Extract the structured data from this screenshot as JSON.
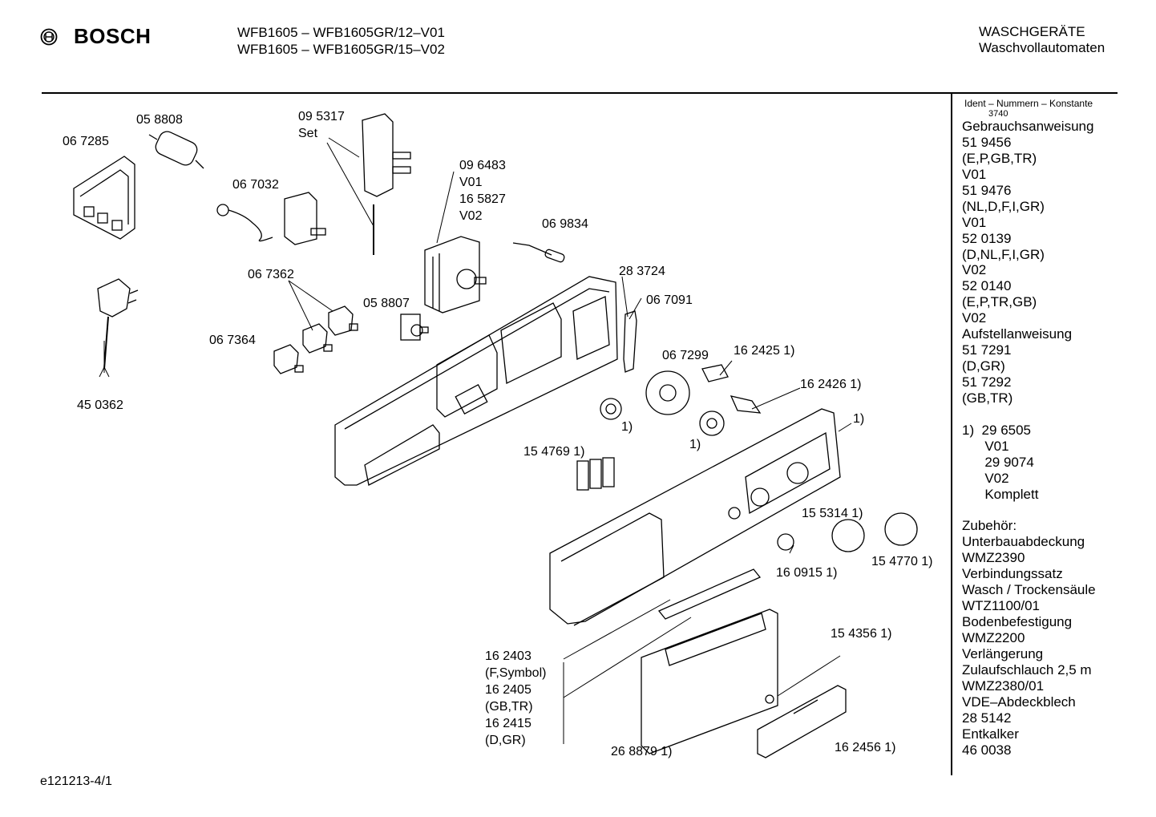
{
  "header": {
    "brand": "BOSCH",
    "models": [
      "WFB1605 – WFB1605GR/12–V01",
      "WFB1605 – WFB1605GR/15–V02"
    ],
    "category": [
      "WASCHGERÄTE",
      "Waschvollautomaten"
    ]
  },
  "sidebar": {
    "header": "Ident – Nummern – Konstante",
    "sub": "3740",
    "lines": [
      "Gebrauchsanweisung",
      "51 9456",
      "(E,P,GB,TR)",
      "V01",
      "51 9476",
      "(NL,D,F,I,GR)",
      "V01",
      "52 0139",
      "(D,NL,F,I,GR)",
      "V02",
      "52 0140",
      "(E,P,TR,GB)",
      "V02",
      "Aufstellanweisung",
      "51 7291",
      "(D,GR)",
      "51 7292",
      "(GB,TR)",
      "",
      "1)  29 6505",
      "      V01",
      "      29 9074",
      "      V02",
      "      Komplett",
      "",
      "Zubehör:",
      "Unterbauabdeckung",
      "WMZ2390",
      "Verbindungssatz",
      "Wasch / Trockensäule",
      "WTZ1100/01",
      "Bodenbefestigung",
      "WMZ2200",
      "Verlängerung",
      "Zulaufschlauch 2,5 m",
      "WMZ2380/01",
      "VDE–Abdeckblech",
      "28 5142",
      "Entkalker",
      "46 0038"
    ]
  },
  "parts": [
    {
      "id": "p1",
      "text": "05 8808"
    },
    {
      "id": "p2",
      "text": "06 7285"
    },
    {
      "id": "p3",
      "text": "09 5317\nSet"
    },
    {
      "id": "p4",
      "text": "06 7032"
    },
    {
      "id": "p5",
      "text": "09 6483\nV01\n16 5827\nV02"
    },
    {
      "id": "p6",
      "text": "06 9834"
    },
    {
      "id": "p7",
      "text": "06 7362"
    },
    {
      "id": "p8",
      "text": "28 3724"
    },
    {
      "id": "p9",
      "text": "05 8807"
    },
    {
      "id": "p10",
      "text": "06 7091"
    },
    {
      "id": "p11",
      "text": "06 7364"
    },
    {
      "id": "p12",
      "text": "06 7299"
    },
    {
      "id": "p13",
      "text": "16 2425 1)"
    },
    {
      "id": "p14",
      "text": "16 2426 1)"
    },
    {
      "id": "p15",
      "text": "45 0362"
    },
    {
      "id": "p16",
      "text": "1)"
    },
    {
      "id": "p17",
      "text": "1)"
    },
    {
      "id": "p18",
      "text": "1)"
    },
    {
      "id": "p19",
      "text": "15 4769 1)"
    },
    {
      "id": "p20",
      "text": "15 5314 1)"
    },
    {
      "id": "p21",
      "text": "16 0915 1)"
    },
    {
      "id": "p22",
      "text": "15 4770 1)"
    },
    {
      "id": "p23",
      "text": "15 4356 1)"
    },
    {
      "id": "p24",
      "text": "16 2403\n(F,Symbol)\n16 2405\n(GB,TR)\n16 2415\n(D,GR)"
    },
    {
      "id": "p25",
      "text": "26 8879  1)"
    },
    {
      "id": "p26",
      "text": "16 2456 1)"
    }
  ],
  "footer": "e121213-4/1"
}
